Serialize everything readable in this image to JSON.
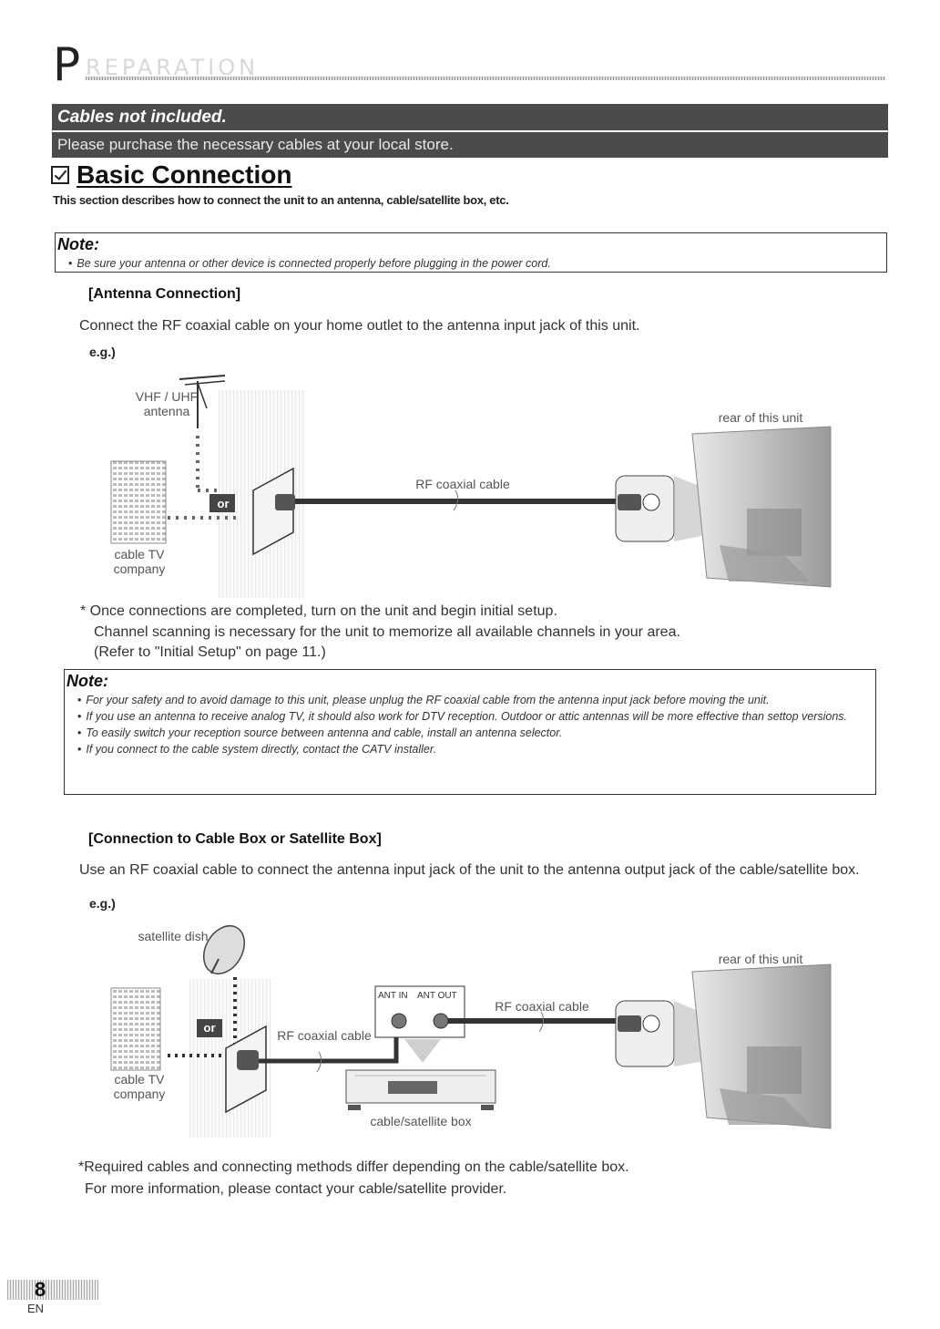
{
  "header": {
    "first_letter": "P",
    "rest": "REPARATION"
  },
  "banner": {
    "line1": "Cables not included.",
    "line2": "Please purchase the necessary cables at your local store."
  },
  "section": {
    "title": "Basic Connection",
    "description": "This section describes how to connect the unit to an antenna, cable/satellite box, etc."
  },
  "note1": {
    "title": "Note:",
    "items": [
      "Be sure your antenna or other device is connected properly before plugging in the power cord."
    ]
  },
  "antenna": {
    "heading": "[Antenna Connection]",
    "body": "Connect the RF coaxial cable on your home outlet to the antenna input jack of this unit.",
    "eg": "e.g.)",
    "labels": {
      "vhf1": "VHF / UHF",
      "vhf2": "antenna",
      "rear": "rear of this unit",
      "rf": "RF coaxial cable",
      "cable1": "cable TV",
      "cable2": "company",
      "or": "or"
    },
    "after_line1": "* Once connections are completed, turn on the unit and begin initial setup.",
    "after_line2": "Channel scanning is necessary for the unit to memorize all available channels in your area.",
    "after_line3": "(Refer to \"Initial Setup\" on page 11.)"
  },
  "note2": {
    "title": "Note:",
    "items": [
      "For your safety and to avoid damage to this unit, please unplug the RF coaxial cable from the antenna input jack before moving the unit.",
      "If you use an antenna to receive analog TV, it should also work for DTV reception. Outdoor or attic antennas will be more effective than settop versions.",
      "To easily switch your reception source between antenna and cable, install an antenna selector.",
      "If you connect to the cable system directly, contact the CATV installer."
    ]
  },
  "cablebox": {
    "heading": "[Connection to Cable Box or Satellite Box]",
    "body": "Use an RF coaxial cable to connect the antenna input jack of the unit to the antenna output jack of the cable/satellite box.",
    "eg": "e.g.)",
    "labels": {
      "dish": "satellite dish",
      "rear": "rear of this unit",
      "ant_in": "ANT IN",
      "ant_out": "ANT OUT",
      "rf_right": "RF coaxial cable",
      "rf_left": "RF coaxial cable",
      "cable1": "cable TV",
      "cable2": "company",
      "box": "cable/satellite box",
      "or": "or"
    },
    "foot1": "*Required cables and connecting methods differ depending on the cable/satellite box.",
    "foot2": "For more information, please contact your cable/satellite provider."
  },
  "footer": {
    "page": "8",
    "lang": "EN"
  }
}
